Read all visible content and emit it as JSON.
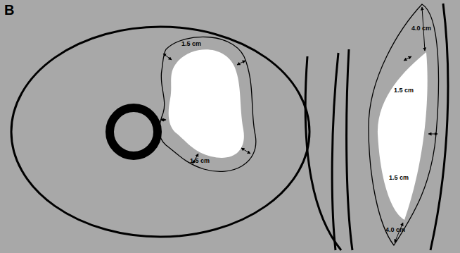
{
  "diagram": {
    "labels": [
      "B",
      "1.5 cm",
      "1.5 cm",
      "4.0 cm",
      "1.5 cm",
      "1.5 cm",
      "4.0 cm"
    ]
  }
}
